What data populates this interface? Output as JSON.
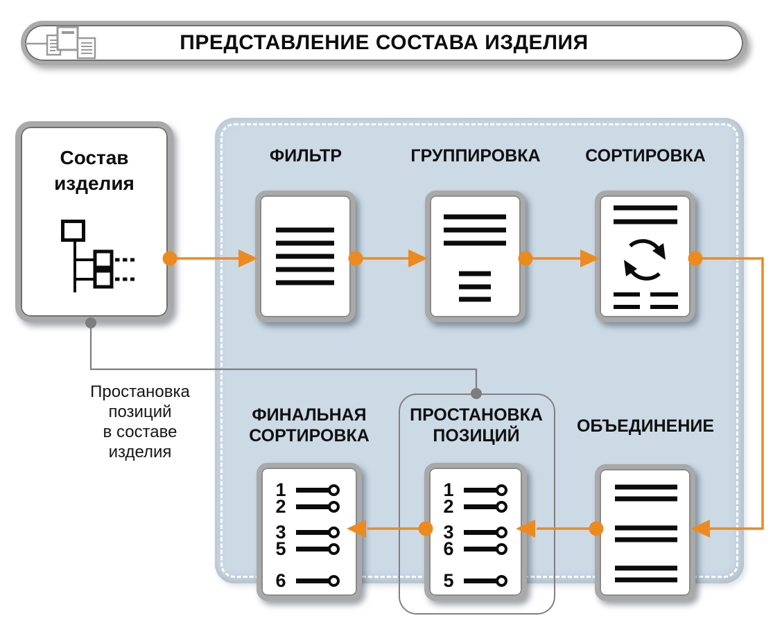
{
  "header": {
    "title": "ПРЕДСТАВЛЕНИЕ СОСТАВА ИЗДЕЛИЯ",
    "icon": "documents-stack-icon"
  },
  "source_box": {
    "title_line1": "Состав",
    "title_line2": "изделия",
    "icon": "product-structure-tree-icon"
  },
  "steps": {
    "filter": {
      "label": "ФИЛЬТР",
      "icon": "list-lines-icon"
    },
    "grouping": {
      "label": "ГРУППИРОВКА",
      "icon": "grouped-lines-icon"
    },
    "sorting": {
      "label": "СОРТИРОВКА",
      "icon": "sort-cycle-icon"
    },
    "merge": {
      "label": "ОБЪЕДИНЕНИЕ",
      "icon": "merged-pairs-icon"
    },
    "positioning": {
      "label_line1": "ПРОСТАНОВКА",
      "label_line2": "ПОЗИЦИЙ",
      "positions": [
        [
          "1",
          "2"
        ],
        [
          "3",
          "6"
        ],
        [
          "5"
        ]
      ]
    },
    "final_sort": {
      "label_line1": "ФИНАЛЬНАЯ",
      "label_line2": "СОРТИРОВКА",
      "positions": [
        [
          "1",
          "2"
        ],
        [
          "3",
          "5"
        ],
        [
          "6"
        ]
      ]
    }
  },
  "annotation": {
    "lines": [
      "Простановка",
      "позиций",
      "в составе",
      "изделия"
    ]
  },
  "colors": {
    "accent_orange": "#ED8A1E",
    "container_blue": "#CCDAE6",
    "connector_gray": "#7D7D7D",
    "card_border_gray": "#A9A9A9",
    "text_black": "#0D0D0D"
  }
}
